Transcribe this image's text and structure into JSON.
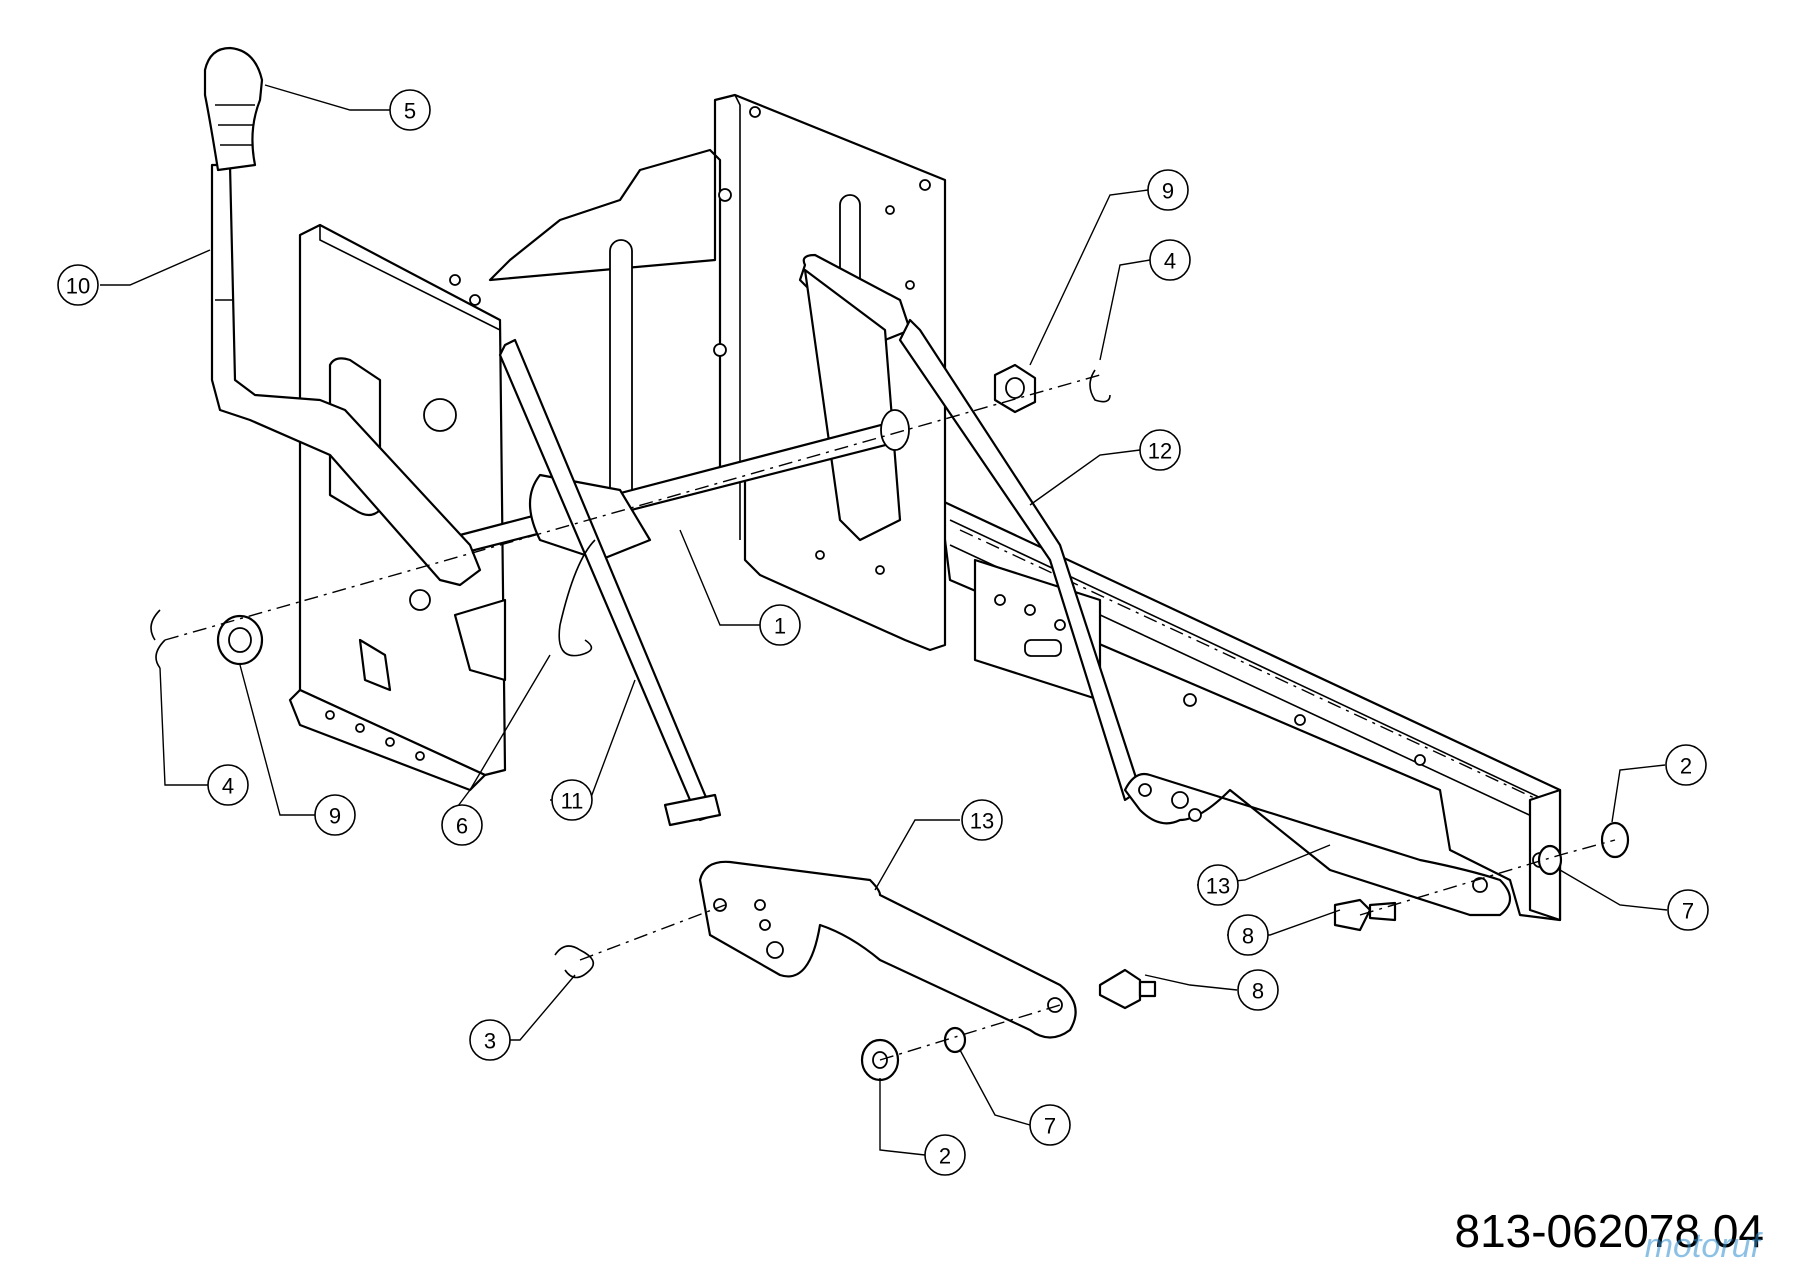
{
  "diagram_code": "813-062078 04",
  "watermark": "motoruf",
  "callouts": [
    {
      "label": "1"
    },
    {
      "label": "2"
    },
    {
      "label": "2"
    },
    {
      "label": "3"
    },
    {
      "label": "4"
    },
    {
      "label": "4"
    },
    {
      "label": "5"
    },
    {
      "label": "6"
    },
    {
      "label": "7"
    },
    {
      "label": "7"
    },
    {
      "label": "8"
    },
    {
      "label": "8"
    },
    {
      "label": "9"
    },
    {
      "label": "9"
    },
    {
      "label": "10"
    },
    {
      "label": "11"
    },
    {
      "label": "12"
    },
    {
      "label": "13"
    },
    {
      "label": "13"
    }
  ]
}
